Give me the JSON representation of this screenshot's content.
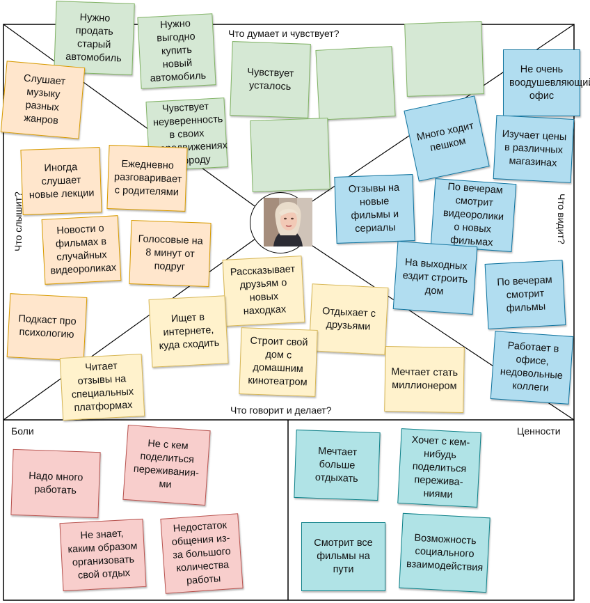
{
  "sections": {
    "thinks_feels": "Что думает и чувствует?",
    "hears": "Что слышит?",
    "sees": "Что видит?",
    "says_does": "Что говорит и делает?",
    "pains": "Боли",
    "values": "Ценности"
  },
  "notes": {
    "sell_old_car": "Нужно продать старый автомобиль",
    "buy_new_car": "Нужно выгодно купить новый автомобиль",
    "feels_tired": "Чувствует усталось",
    "empty_1": "",
    "empty_2": "",
    "empty_3": "",
    "insecure_moving": "Чувствует неуверенность в своих передвижениях по городу",
    "music_genres": "Слушает музыку разных жанров",
    "lectures": "Иногда слушает новые лекции",
    "talks_parents": "Ежедневно разговаривает с родителями",
    "movie_news": "Новости о фильмах в случайных видеороликах",
    "voice_messages": "Голосовые на 8 минут от подруг",
    "psychology_podcast": "Подкаст про психологию",
    "uninspiring_office": "Не очень воодушевляющий офис",
    "walks_a_lot": "Много ходит пешком",
    "studies_prices": "Изучает цены в различных магазинах",
    "reviews_films": "Отзывы на новые фильмы и сериалы",
    "watches_videos": "По вечерам смотрит видеоролики о новых фильмах",
    "builds_weekends": "На выходных ездит строить дом",
    "watches_films": "По вечерам смотрит фильмы",
    "office_work": "Работает в офисе, недовольные коллеги",
    "tells_friends": "Рассказывает друзьям о новых находках",
    "relaxes_friends": "Отдыхает с друзьями",
    "searches_internet": "Ищет в интернете, куда сходить",
    "builds_cinema_house": "Строит свой дом с домашним кинотеатром",
    "reads_reviews": "Читает отзывы на специальных платформах",
    "dreams_millionaire": "Мечтает стать миллионером",
    "much_work": "Надо много работать",
    "no_one_to_share": "Не с кем поделиться переживания-ми",
    "no_idea_rest": "Не знает, каким образом организовать свой отдых",
    "lack_communication": "Недостаток общения из-за большого количества работы",
    "dreams_rest": "Мечтает больше отдыхать",
    "wants_share": "Хочет с кем-нибудь поделиться пережива-ниями",
    "watches_on_way": "Смотрит все фильмы на пути",
    "social_interaction": "Возможность социального взаимодействия"
  },
  "colors": {
    "green": "#d5e8d4",
    "orange": "#ffe6cc",
    "blue": "#b1ddf0",
    "yellow": "#fff2cc",
    "red": "#f8cecc",
    "teal": "#b0e3e6"
  },
  "avatar": "persona-photo"
}
